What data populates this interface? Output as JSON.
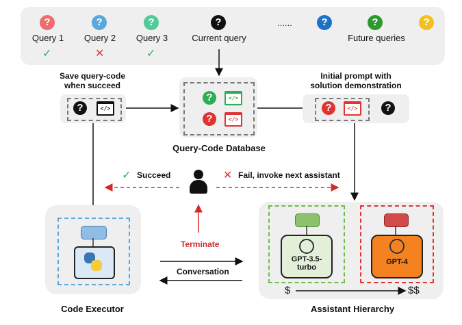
{
  "queries": [
    {
      "label": "Query 1",
      "color": "#f06b6b",
      "status": "✓"
    },
    {
      "label": "Query 2",
      "color": "#5aa7dd",
      "status": "✕"
    },
    {
      "label": "Query 3",
      "color": "#4ecb99",
      "status": "✓"
    },
    {
      "label": "Current query",
      "color": "#111111",
      "status": ""
    }
  ],
  "ellipsis": "......",
  "future_label": "Future queries",
  "future_colors": [
    "#1a73c8",
    "#2e9a2e",
    "#f4c020"
  ],
  "save_label": "Save query-code\nwhen succeed",
  "initial_prompt_label": "Initial prompt with\nsolution demonstration",
  "database_label": "Query-Code Database",
  "succeed_label": "Succeed",
  "fail_label": "Fail, invoke next assistant",
  "terminate_label": "Terminate",
  "conversation_label": "Conversation",
  "code_executor_label": "Code Executor",
  "assistant_hierarchy_label": "Assistant Hierarchy",
  "gpt35_label": "GPT-3.5-\nturbo",
  "gpt4_label": "GPT-4",
  "cost_low": "$",
  "cost_high": "$$",
  "code_glyph": "</>",
  "q_glyph": "?"
}
